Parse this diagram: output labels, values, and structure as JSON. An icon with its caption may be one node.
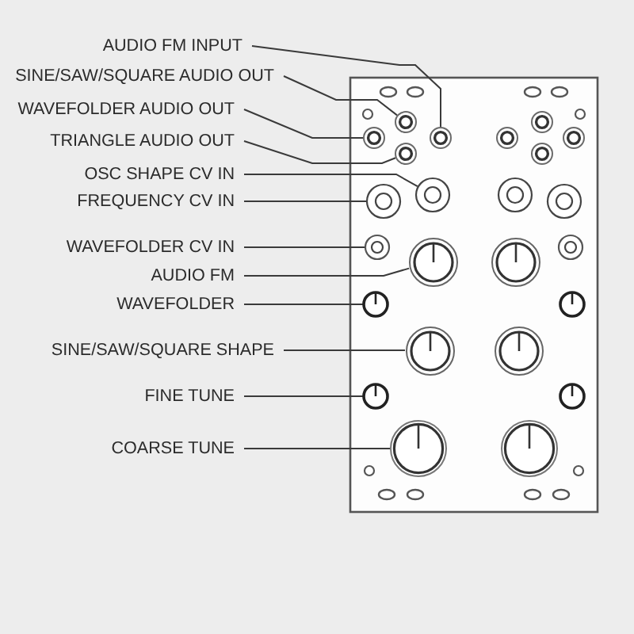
{
  "diagram": {
    "nodes": [
      {
        "text": [
          "AUDIO FM INPUT"
        ]
      },
      {
        "text": [
          "SINE/SAW/SQUARE AUDIO OUT"
        ]
      },
      {
        "text": [
          "WAVEFOLDER AUDIO OUT"
        ]
      },
      {
        "text": [
          "TRIANGLE AUDIO OUT"
        ]
      },
      {
        "text": [
          "OSC SHAPE CV IN"
        ]
      },
      {
        "text": [
          "FREQUENCY CV IN"
        ]
      },
      {
        "text": [
          "WAVEFOLDER CV IN"
        ]
      },
      {
        "text": [
          "AUDIO FM"
        ]
      },
      {
        "text": [
          "WAVEFOLDER"
        ]
      },
      {
        "text": [
          "SINE/SAW/SQUARE SHAPE"
        ]
      },
      {
        "text": [
          "FINE TUNE"
        ]
      },
      {
        "text": [
          "COARSE TUNE"
        ]
      },
      {
        "text": [],
        "shape": "circle"
      },
      {
        "text": [],
        "shape": "circle"
      },
      {
        "text": [],
        "shape": "circle"
      },
      {
        "text": [],
        "shape": "circle"
      },
      {
        "text": [],
        "shape": "circle"
      },
      {
        "text": [],
        "shape": "circle"
      },
      {
        "text": [],
        "shape": "circle"
      },
      {
        "text": [],
        "shape": "circle"
      },
      {
        "text": [],
        "shape": "circle"
      },
      {
        "text": [],
        "shape": "circle"
      },
      {
        "text": [],
        "shape": "circle"
      },
      {
        "text": [],
        "shape": "circle"
      },
      {
        "text": [],
        "shape": "circle"
      },
      {
        "text": [],
        "shape": "circle"
      },
      {
        "text": [],
        "shape": "circle"
      },
      {
        "text": [],
        "shape": "circle"
      },
      {
        "text": [],
        "shape": "circle"
      },
      {
        "text": [],
        "shape": "circle"
      },
      {
        "text": [],
        "shape": "circle"
      },
      {
        "text": [],
        "shape": "circle"
      },
      {
        "text": [],
        "shape": "circle"
      },
      {
        "text": [],
        "shape": "circle"
      },
      {
        "text": [],
        "shape": "circle"
      },
      {
        "text": [],
        "shape": "circle"
      }
    ],
    "edges": [
      {
        "from": 0,
        "to": 12,
        "arrow": "none"
      },
      {
        "from": 1,
        "to": 13,
        "arrow": "none"
      },
      {
        "from": 2,
        "to": 14,
        "arrow": "none"
      },
      {
        "from": 3,
        "to": 15,
        "arrow": "none"
      },
      {
        "from": 4,
        "to": 16,
        "arrow": "none"
      },
      {
        "from": 5,
        "to": 17,
        "arrow": "none"
      },
      {
        "from": 6,
        "to": 18,
        "arrow": "none"
      },
      {
        "from": 7,
        "to": 19,
        "arrow": "none"
      },
      {
        "from": 8,
        "to": 20,
        "arrow": "none"
      },
      {
        "from": 9,
        "to": 21,
        "arrow": "none"
      },
      {
        "from": 10,
        "to": 22,
        "arrow": "none"
      },
      {
        "from": 11,
        "to": 23,
        "arrow": "none"
      }
    ]
  }
}
